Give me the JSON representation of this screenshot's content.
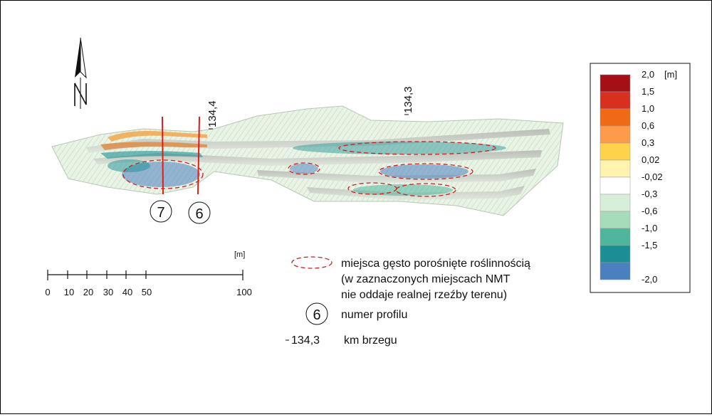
{
  "north_arrow": {
    "label": "N"
  },
  "profiles": [
    {
      "number": "7"
    },
    {
      "number": "6"
    }
  ],
  "km_labels": [
    {
      "text": "134,4"
    },
    {
      "text": "134,3"
    }
  ],
  "scale_bar": {
    "unit": "[m]",
    "ticks": [
      "0",
      "10",
      "20",
      "30",
      "40",
      "50",
      "100"
    ]
  },
  "legend_items": {
    "vegetation_line1": "miejsca gęsto porośnięte roślinnością",
    "vegetation_line2": "(w zaznaczonych miejscach NMT",
    "vegetation_line3": "nie oddaje realnej rzeźby terenu)",
    "profile_symbol": "6",
    "profile_label": "numer profilu",
    "km_symbol": "134,3",
    "km_label": "km brzegu"
  },
  "color_scale": {
    "unit": "[m]",
    "classes": [
      {
        "label": "2,0",
        "color": "#a50f15"
      },
      {
        "label": "1,5",
        "color": "#d7301f"
      },
      {
        "label": "1,0",
        "color": "#f16913"
      },
      {
        "label": "0,6",
        "color": "#fd9b4b"
      },
      {
        "label": "0,3",
        "color": "#fed34a"
      },
      {
        "label": "0,02",
        "color": "#fff3b0"
      },
      {
        "label": "-0,02",
        "color": "#ffffff"
      },
      {
        "label": "-0,3",
        "color": "#d7efd8"
      },
      {
        "label": "-0,6",
        "color": "#a6dcb9"
      },
      {
        "label": "-1,0",
        "color": "#4fb59c"
      },
      {
        "label": "-1,5",
        "color": "#1a8f93"
      },
      {
        "label": "-2,0",
        "color": "#4a7fc0"
      }
    ]
  },
  "colors": {
    "profile_line": "#e31a1c",
    "vegetation_outline": "#d7191c"
  }
}
